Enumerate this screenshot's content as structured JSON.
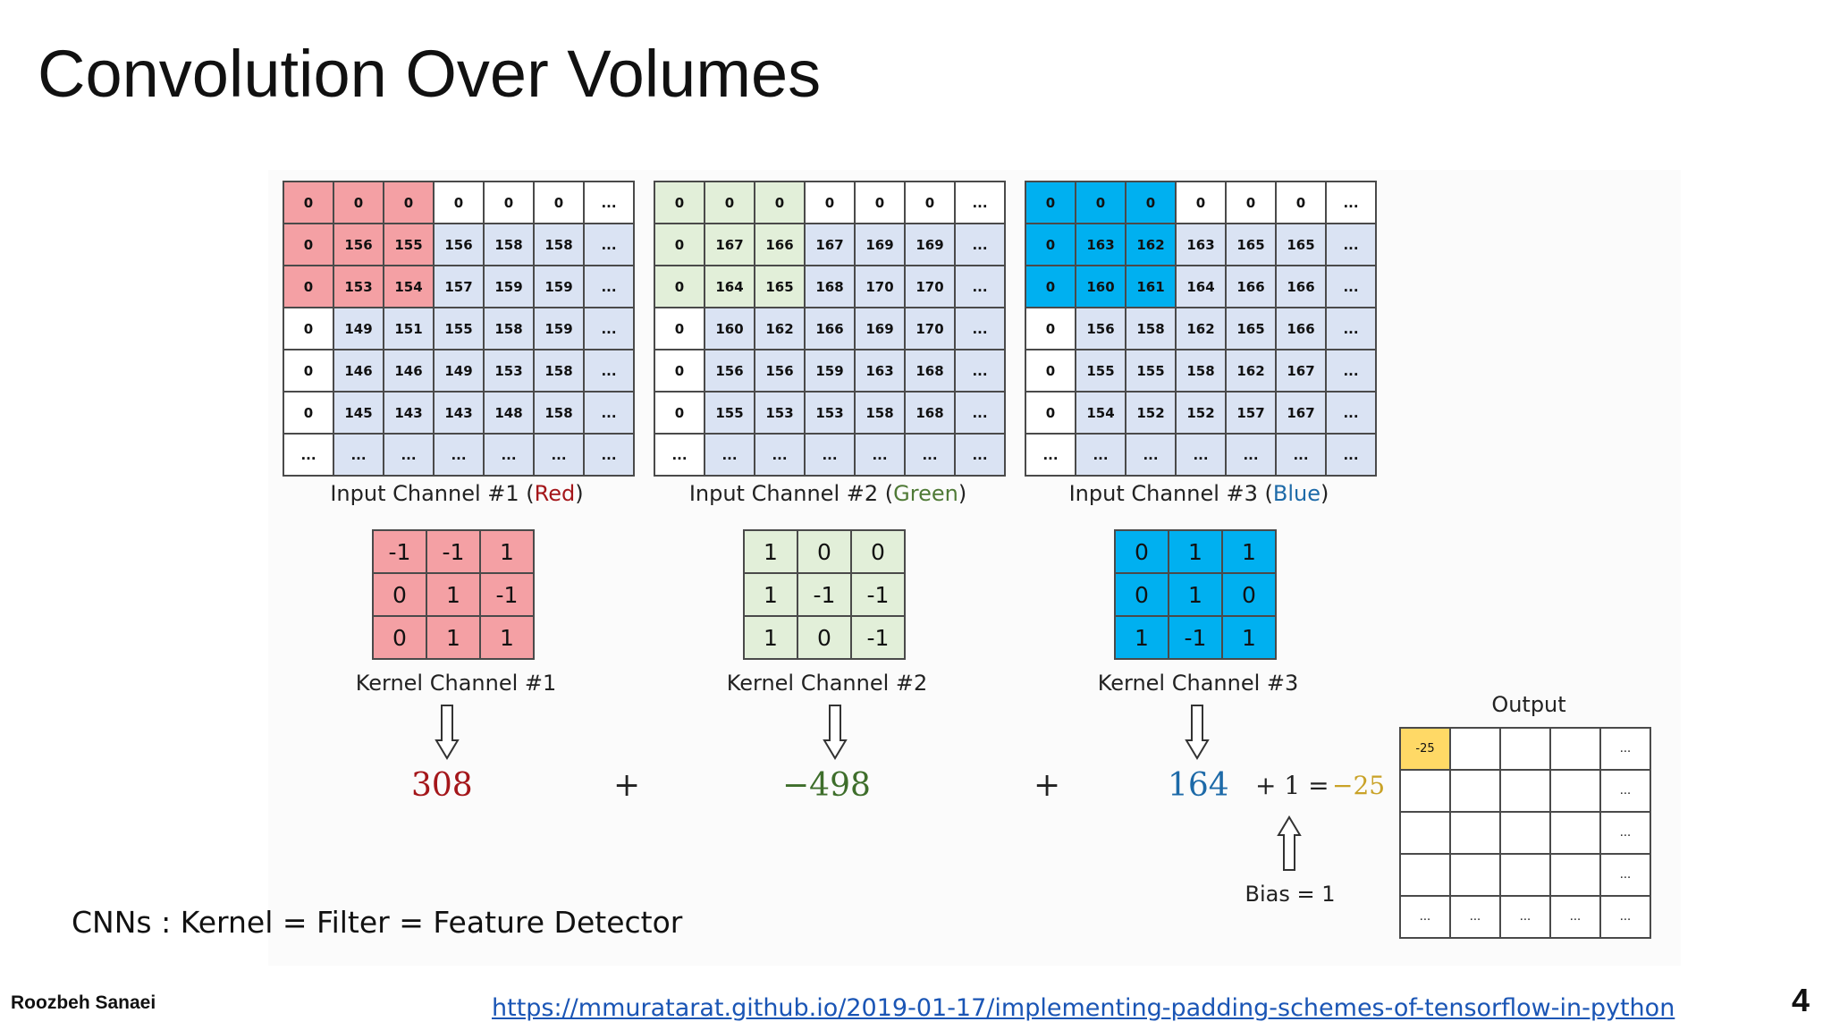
{
  "slide": {
    "title": "Convolution Over Volumes",
    "footnote": "CNNs : Kernel = Filter = Feature Detector",
    "author": "Roozbeh Sanaei",
    "source_url": "https://mmuratarat.github.io/2019-01-17/implementing-padding-schemes-of-tensorflow-in-python",
    "page_number": "4"
  },
  "colors": {
    "red": "#f4a0a4",
    "green": "#e2efd9",
    "blue": "#00b0f0",
    "pale_blue": "#dae3f3",
    "output_highlight": "#ffd966",
    "red_text": "#a4161a",
    "green_text": "#3e6e2b",
    "blue_text": "#1d6aa8",
    "gold_text": "#c9a227"
  },
  "channels": [
    {
      "caption_prefix": "Input Channel #1 (",
      "caption_color_word": "Red",
      "caption_suffix": ")",
      "rows": [
        [
          "0",
          "0",
          "0",
          "0",
          "0",
          "0",
          "..."
        ],
        [
          "0",
          "156",
          "155",
          "156",
          "158",
          "158",
          "..."
        ],
        [
          "0",
          "153",
          "154",
          "157",
          "159",
          "159",
          "..."
        ],
        [
          "0",
          "149",
          "151",
          "155",
          "158",
          "159",
          "..."
        ],
        [
          "0",
          "146",
          "146",
          "149",
          "153",
          "158",
          "..."
        ],
        [
          "0",
          "145",
          "143",
          "143",
          "148",
          "158",
          "..."
        ],
        [
          "...",
          "...",
          "...",
          "...",
          "...",
          "...",
          "..."
        ]
      ],
      "kernel_caption": "Kernel Channel #1",
      "kernel": [
        [
          "-1",
          "-1",
          "1"
        ],
        [
          "0",
          "1",
          "-1"
        ],
        [
          "0",
          "1",
          "1"
        ]
      ],
      "result": "308"
    },
    {
      "caption_prefix": "Input Channel #2 (",
      "caption_color_word": "Green",
      "caption_suffix": ")",
      "rows": [
        [
          "0",
          "0",
          "0",
          "0",
          "0",
          "0",
          "..."
        ],
        [
          "0",
          "167",
          "166",
          "167",
          "169",
          "169",
          "..."
        ],
        [
          "0",
          "164",
          "165",
          "168",
          "170",
          "170",
          "..."
        ],
        [
          "0",
          "160",
          "162",
          "166",
          "169",
          "170",
          "..."
        ],
        [
          "0",
          "156",
          "156",
          "159",
          "163",
          "168",
          "..."
        ],
        [
          "0",
          "155",
          "153",
          "153",
          "158",
          "168",
          "..."
        ],
        [
          "...",
          "...",
          "...",
          "...",
          "...",
          "...",
          "..."
        ]
      ],
      "kernel_caption": "Kernel Channel #2",
      "kernel": [
        [
          "1",
          "0",
          "0"
        ],
        [
          "1",
          "-1",
          "-1"
        ],
        [
          "1",
          "0",
          "-1"
        ]
      ],
      "result": "−498"
    },
    {
      "caption_prefix": "Input Channel #3 (",
      "caption_color_word": "Blue",
      "caption_suffix": ")",
      "rows": [
        [
          "0",
          "0",
          "0",
          "0",
          "0",
          "0",
          "..."
        ],
        [
          "0",
          "163",
          "162",
          "163",
          "165",
          "165",
          "..."
        ],
        [
          "0",
          "160",
          "161",
          "164",
          "166",
          "166",
          "..."
        ],
        [
          "0",
          "156",
          "158",
          "162",
          "165",
          "166",
          "..."
        ],
        [
          "0",
          "155",
          "155",
          "158",
          "162",
          "167",
          "..."
        ],
        [
          "0",
          "154",
          "152",
          "152",
          "157",
          "167",
          "..."
        ],
        [
          "...",
          "...",
          "...",
          "...",
          "...",
          "...",
          "..."
        ]
      ],
      "kernel_caption": "Kernel Channel #3",
      "kernel": [
        [
          "0",
          "1",
          "1"
        ],
        [
          "0",
          "1",
          "0"
        ],
        [
          "1",
          "-1",
          "1"
        ]
      ],
      "result": "164"
    }
  ],
  "equation": {
    "plus": "+",
    "bias_term": "+ 1 =",
    "output_value": "−25",
    "bias_label": "Bias = 1"
  },
  "output": {
    "caption": "Output",
    "rows": [
      [
        "-25",
        "",
        "",
        "",
        "..."
      ],
      [
        "",
        "",
        "",
        "",
        "..."
      ],
      [
        "",
        "",
        "",
        "",
        "..."
      ],
      [
        "",
        "",
        "",
        "",
        "..."
      ],
      [
        "...",
        "...",
        "...",
        "...",
        "..."
      ]
    ]
  }
}
